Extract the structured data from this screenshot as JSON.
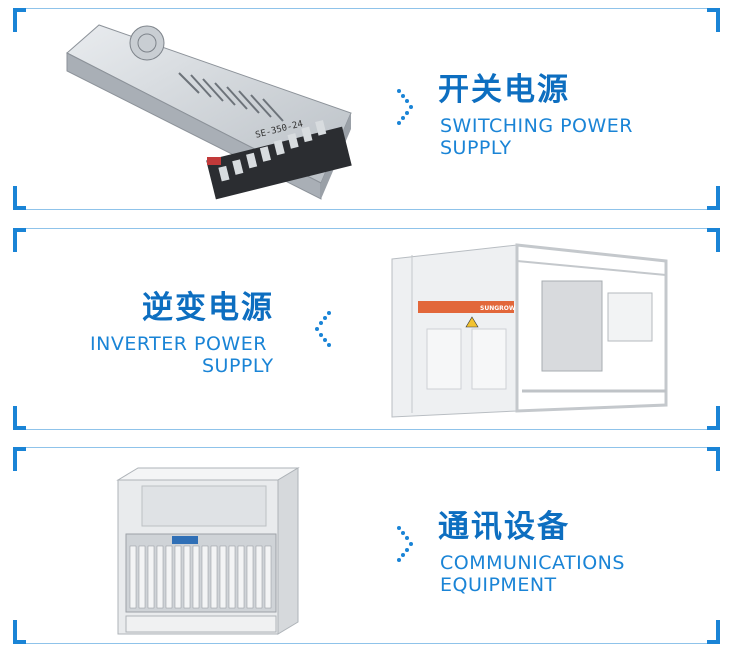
{
  "sections": [
    {
      "title_cn": "开关电源",
      "title_en_line1": "SWITCHING POWER",
      "title_en_line2": "SUPPLY",
      "image_icon": "switching-power-supply-image",
      "label_text": "SE-350-24"
    },
    {
      "title_cn": "逆变电源",
      "title_en_line1": "INVERTER POWER",
      "title_en_line2": "SUPPLY",
      "image_icon": "inverter-cabinet-image",
      "brand_text": "SUNGROW"
    },
    {
      "title_cn": "通讯设备",
      "title_en_line1": "COMMUNICATIONS",
      "title_en_line2": "EQUIPMENT",
      "image_icon": "communications-rack-image"
    }
  ],
  "colors": {
    "accent": "#1a84d6",
    "title": "#0d6ec0",
    "border": "#8fc3ea"
  }
}
